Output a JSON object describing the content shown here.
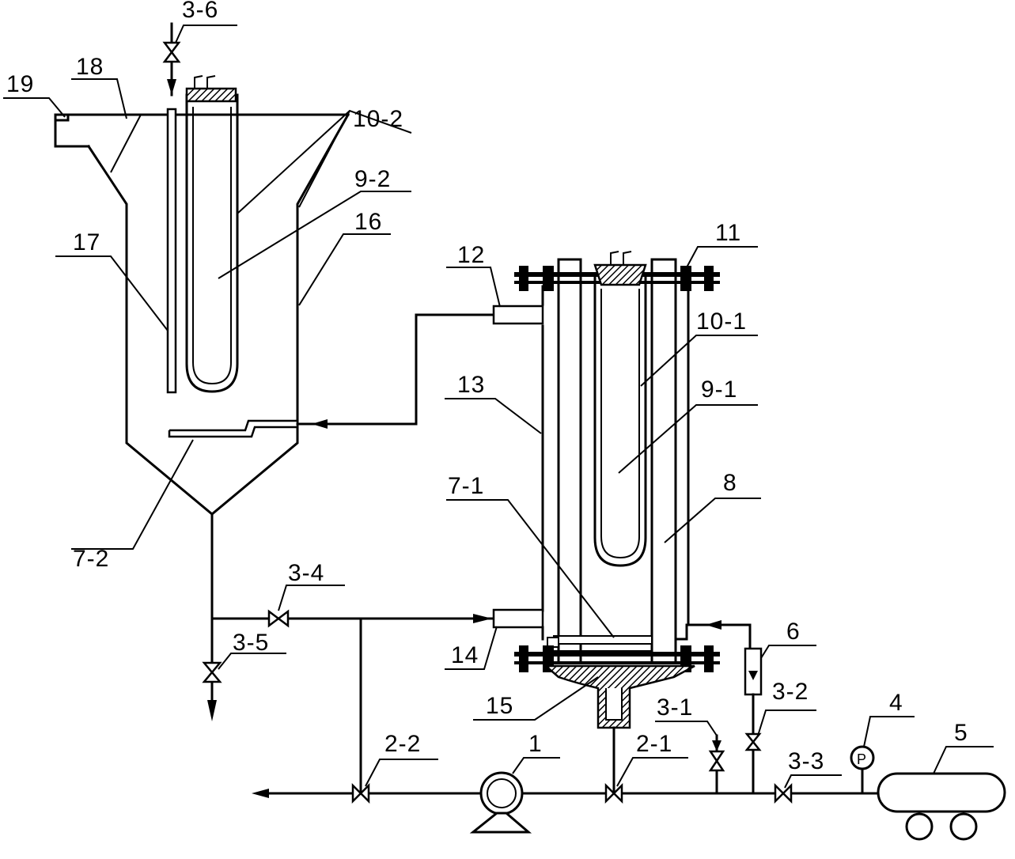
{
  "labels": {
    "l1": "1",
    "l2_1": "2-1",
    "l2_2": "2-2",
    "l3_1": "3-1",
    "l3_2": "3-2",
    "l3_3": "3-3",
    "l3_4": "3-4",
    "l3_5": "3-5",
    "l3_6": "3-6",
    "l4": "4",
    "l5": "5",
    "l6": "6",
    "l7_1": "7-1",
    "l7_2": "7-2",
    "l8": "8",
    "l9_1": "9-1",
    "l9_2": "9-2",
    "l10_1": "10-1",
    "l10_2": "10-2",
    "l11": "11",
    "l12": "12",
    "l13": "13",
    "l14": "14",
    "l15": "15",
    "l16": "16",
    "l17": "17",
    "l18": "18",
    "l19": "19"
  },
  "gauge": {
    "symbol": "P"
  }
}
